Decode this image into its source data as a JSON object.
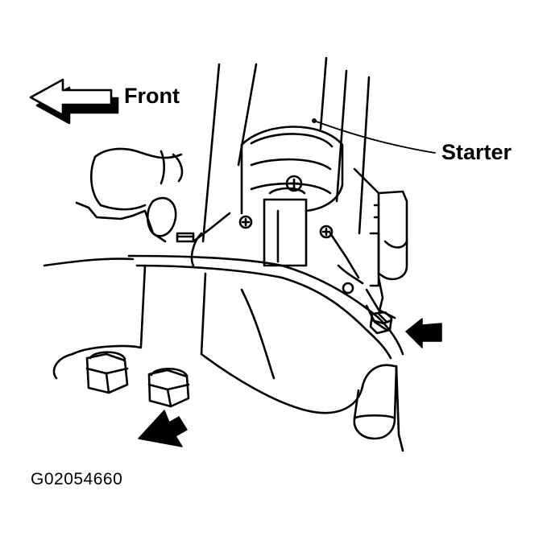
{
  "labels": {
    "front": "Front",
    "starter": "Starter",
    "figure_code": "G02054660"
  },
  "colors": {
    "ink": "#000000",
    "paper": "#ffffff"
  }
}
